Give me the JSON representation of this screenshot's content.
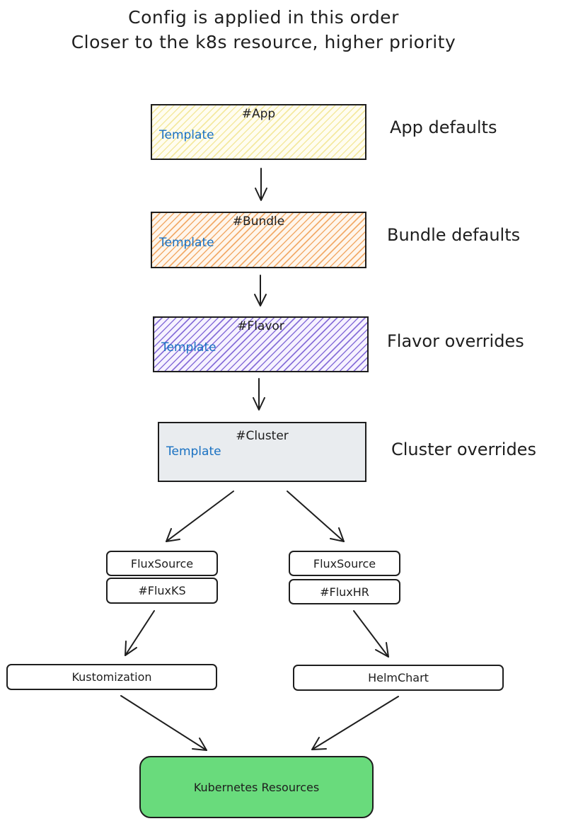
{
  "title": {
    "line1": "Config is applied in this order",
    "line2": "Closer to the k8s resource, higher priority"
  },
  "layers": [
    {
      "tag": "#App",
      "template": "Template",
      "description": "App defaults",
      "fill": "#f4e9a0"
    },
    {
      "tag": "#Bundle",
      "template": "Template",
      "description": "Bundle defaults",
      "fill": "#f2ab6a"
    },
    {
      "tag": "#Flavor",
      "template": "Template",
      "description": "Flavor overrides",
      "fill": "#8870d9"
    },
    {
      "tag": "#Cluster",
      "template": "Template",
      "description": "Cluster overrides",
      "fill": "#e9ecef"
    }
  ],
  "branches": {
    "left": {
      "source": "FluxSource",
      "kind": "#FluxKS",
      "output": "Kustomization"
    },
    "right": {
      "source": "FluxSource",
      "kind": "#FluxHR",
      "output": "HelmChart"
    }
  },
  "result": {
    "label": "Kubernetes Resources",
    "fill": "#69db7c"
  },
  "colors": {
    "stroke": "#1e1e1e",
    "template_text": "#1971c2"
  }
}
